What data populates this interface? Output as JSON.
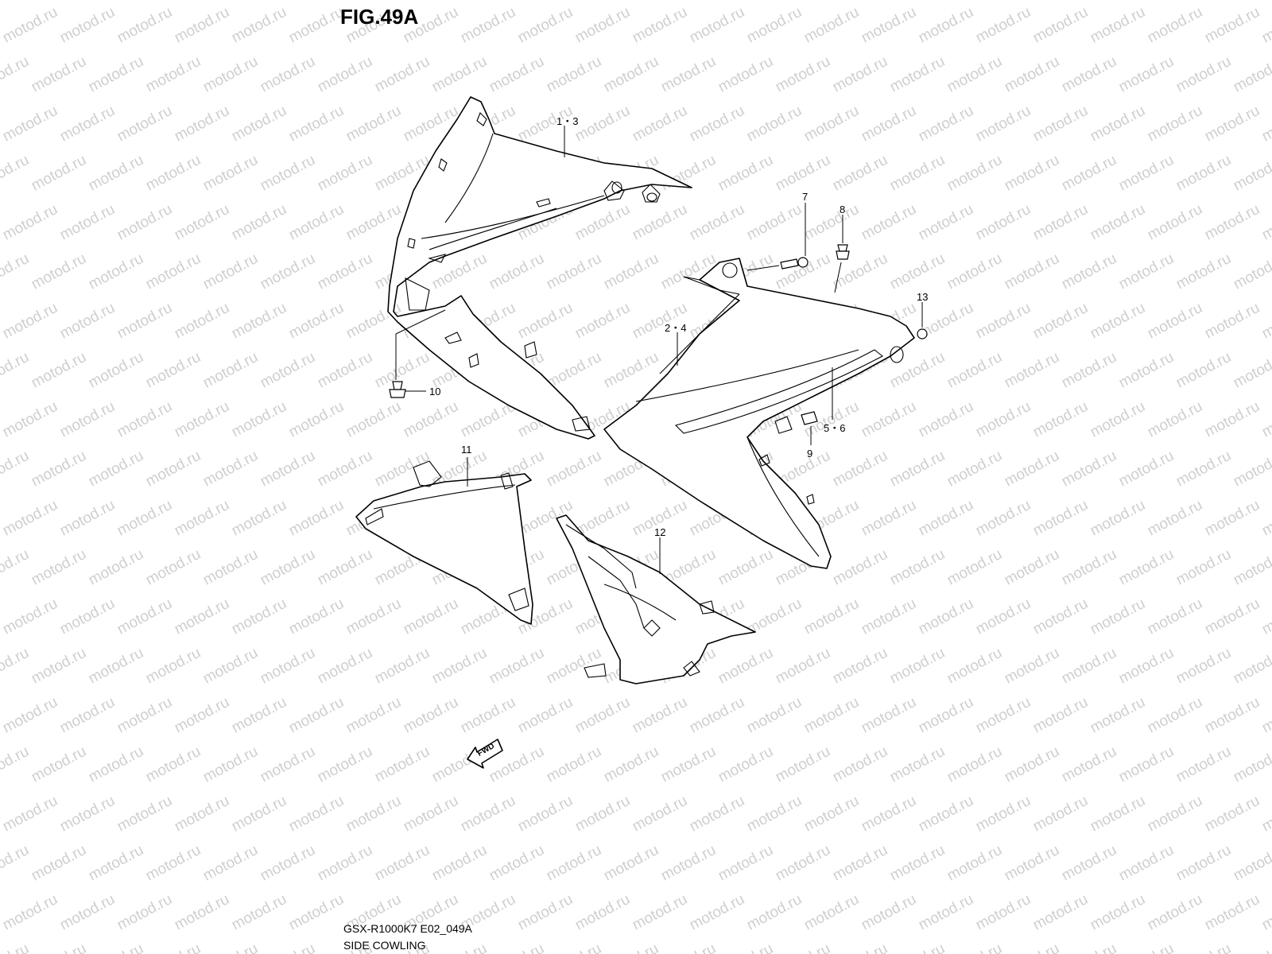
{
  "figure": {
    "title": "FIG.49A",
    "watermark_text": "motod.ru"
  },
  "callouts": {
    "p1_3": "1・3",
    "p2_4": "2・4",
    "p5_6": "5・6",
    "p7": "7",
    "p8": "8",
    "p9": "9",
    "p10": "10",
    "p11": "11",
    "p12": "12",
    "p13": "13"
  },
  "fwd_label": "FWD",
  "footer": {
    "model_code": "GSX-R1000K7 E02_049A",
    "section_name": "SIDE COWLING"
  },
  "colors": {
    "line": "#000000",
    "watermark": "#cfcfcf",
    "background": "#ffffff"
  }
}
